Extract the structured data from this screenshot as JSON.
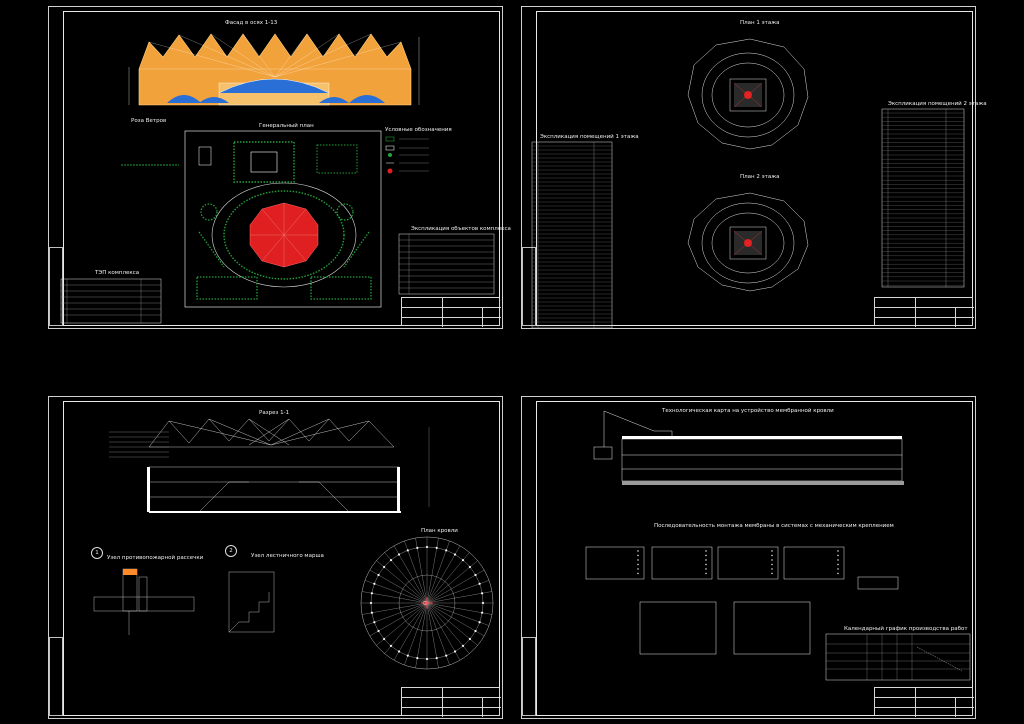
{
  "sheets": {
    "s1": {
      "facade_title": "Фасад в осях 1-13",
      "plan_title": "Генеральный план",
      "rose_title": "Роза Ветров",
      "legend_title": "Условные обозначения",
      "objects_title": "Экспликация объектов комплекса",
      "tep_title": "ТЭП комплекса"
    },
    "s2": {
      "plan1_title": "План 1 этажа",
      "plan2_title": "План 2 этажа",
      "expl1_title": "Экспликация помещений 1 этажа",
      "expl2_title": "Экспликация помещений 2 этажа"
    },
    "s3": {
      "section_title": "Разрез 1-1",
      "roof_plan_title": "План кровли",
      "node1_title": "Узел противопожарной рассечки",
      "node2_title": "Узел лестничного марша",
      "node1_num": "1",
      "node2_num": "2"
    },
    "s4": {
      "tech_title": "Технологическая карта на устройство мембранной кровли",
      "sequence_title": "Последовательность монтажа мембраны в системах с механическим креплением",
      "schedule_title": "Календарный график производства работ"
    }
  },
  "colors": {
    "background": "#000000",
    "lines": "#e8e8e8",
    "facade_fill": "#f2a23a",
    "arena_red": "#e02020",
    "greenery": "#22a13a"
  }
}
